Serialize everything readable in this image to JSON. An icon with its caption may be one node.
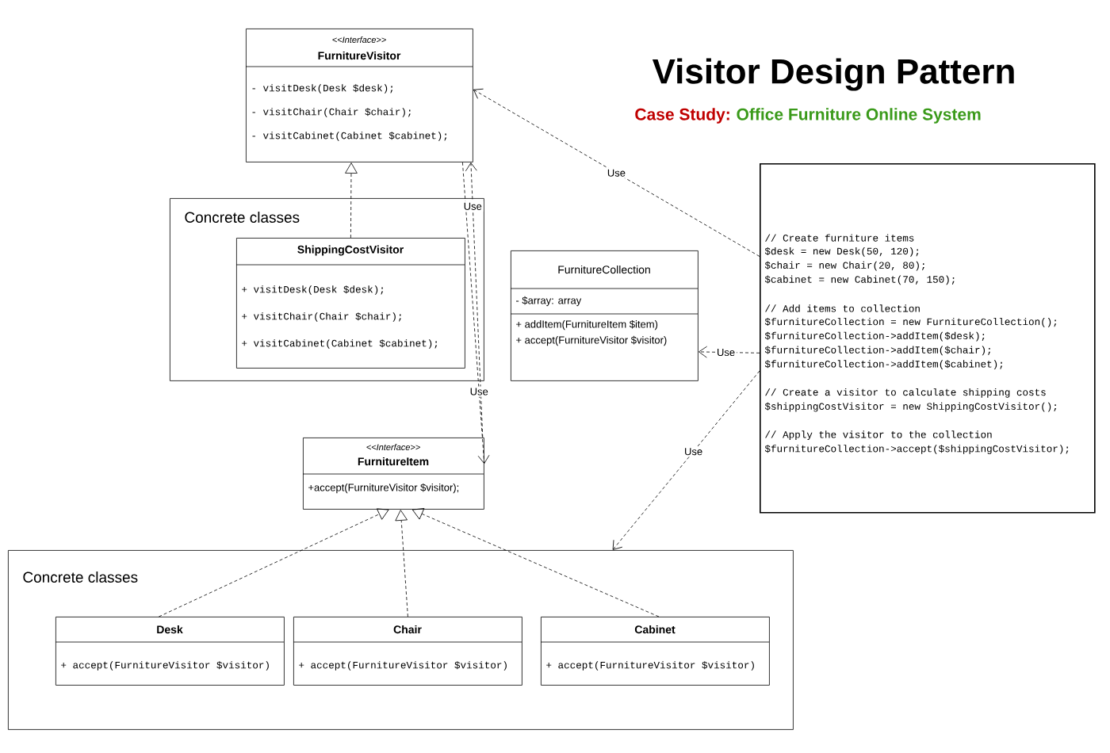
{
  "diagram": {
    "title": "Visitor Design Pattern",
    "nodes": [
      {
        "text": [
          "<<Interface>>",
          "FurnitureVisitor",
          "- visitDesk(Desk $desk);",
          "- visitChair(Chair $chair);",
          "- visitCabinet(Cabinet $cabinet);"
        ]
      },
      {
        "text": [
          "Concrete classes"
        ]
      },
      {
        "text": [
          "ShippingCostVisitor",
          "+ visitDesk(Desk $desk);",
          "+ visitChair(Chair $chair);",
          "+ visitCabinet(Cabinet $cabinet);"
        ],
        "in": 1
      },
      {
        "text": [
          "FurnitureCollection",
          "- $array: array",
          "+ addItem(FurnitureItem $item)",
          "+ accept(FurnitureVisitor $visitor)"
        ]
      },
      {
        "text": [
          "// Create furniture items",
          "$desk = new Desk(50, 120);",
          "$chair = new Chair(20, 80);",
          "$cabinet = new Cabinet(70, 150);",
          "// Add items to collection",
          "$furnitureCollection = new FurnitureCollection();",
          "$furnitureCollection->addItem($desk);",
          "$furnitureCollection->addItem($chair);",
          "$furnitureCollection->addItem($cabinet);",
          "// Create a visitor to calculate shipping costs",
          "$shippingCostVisitor = new ShippingCostVisitor();",
          "// Apply the visitor to the collection",
          "$furnitureCollection->accept($shippingCostVisitor);"
        ]
      },
      {
        "text": [
          "<<Interface>>",
          "FurnitureItem",
          "+accept(FurnitureVisitor $visitor);"
        ]
      },
      {
        "text": [
          "Concrete classes"
        ]
      },
      {
        "text": [
          "Desk",
          "+ accept(FurnitureVisitor $visitor)"
        ],
        "in": 6
      },
      {
        "text": [
          "Chair",
          "+ accept(FurnitureVisitor $visitor)"
        ],
        "in": 6
      },
      {
        "text": [
          "Cabinet",
          "+ accept(FurnitureVisitor $visitor)"
        ],
        "in": 6
      }
    ],
    "edges": [
      {
        "from": 2,
        "to": 0,
        "arrow": "to",
        "style": "dashed"
      },
      {
        "from": 4,
        "to": 0,
        "arrow": "to",
        "style": "dashed",
        "label": "Use"
      },
      {
        "from": 5,
        "to": 0,
        "arrow": "to",
        "style": "dashed",
        "label": "Use"
      },
      {
        "from": 0,
        "to": 5,
        "arrow": "to",
        "style": "dashed",
        "label": "Use"
      },
      {
        "from": 4,
        "to": 3,
        "arrow": "to",
        "style": "dashed",
        "label": "Use"
      },
      {
        "from": 4,
        "to": 6,
        "arrow": "to",
        "style": "dashed",
        "label": "Use"
      },
      {
        "from": 7,
        "to": 5,
        "arrow": "to",
        "style": "dashed"
      },
      {
        "from": 8,
        "to": 5,
        "arrow": "to",
        "style": "dashed"
      },
      {
        "from": 9,
        "to": 5,
        "arrow": "to",
        "style": "dashed"
      }
    ],
    "labels": [
      "Case Study:",
      "Office Furniture Online System"
    ]
  }
}
